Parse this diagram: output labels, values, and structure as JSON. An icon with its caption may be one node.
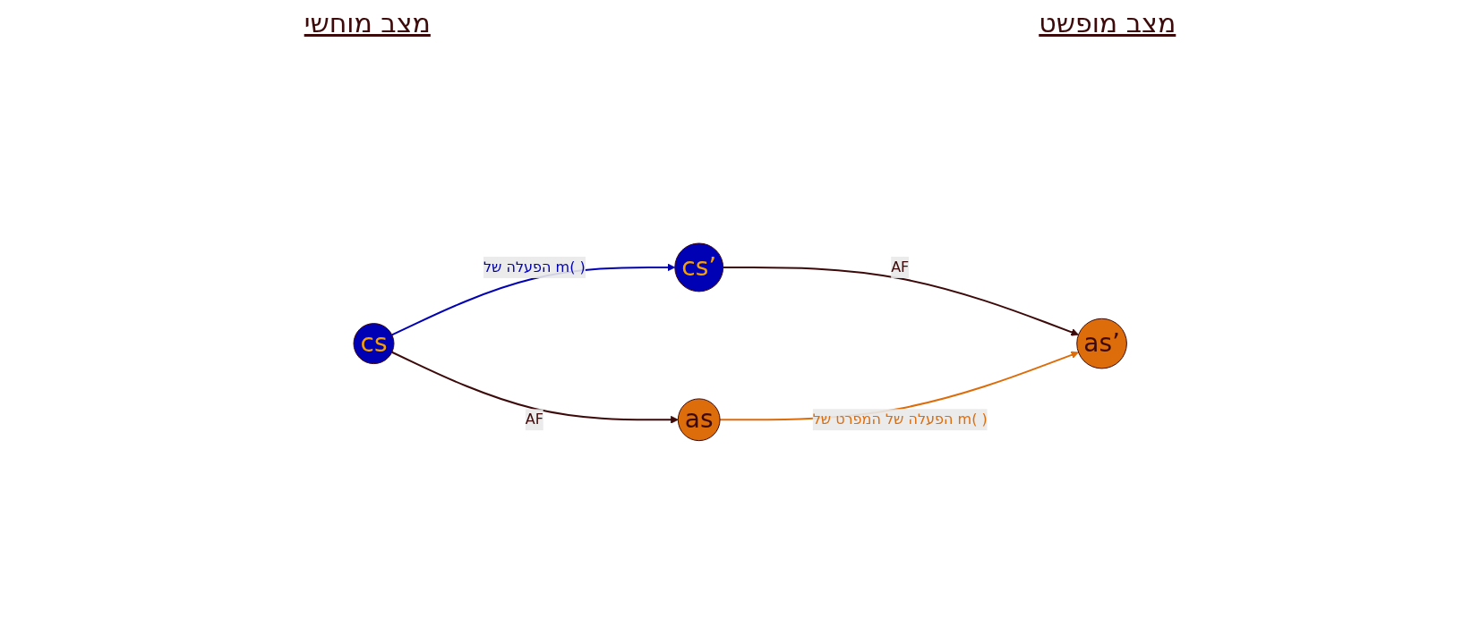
{
  "diagram": {
    "nodes": [
      {
        "text": [
          "cs’"
        ]
      },
      {
        "text": [
          "as’"
        ]
      },
      {
        "text": [
          "cs"
        ]
      },
      {
        "text": [
          "as"
        ]
      }
    ],
    "edges": [
      {
        "from": 0,
        "to": 1,
        "arrow": "to",
        "label": "AF",
        "color": "#3c0a0a"
      },
      {
        "from": 2,
        "to": 0,
        "arrow": "to",
        "label": "הפעלה של m( )",
        "color": "#0000b4"
      },
      {
        "from": 3,
        "to": 1,
        "arrow": "to",
        "label": "הפעלה של המפרט של m( )",
        "color": "#dd6c0a"
      },
      {
        "from": 2,
        "to": 3,
        "arrow": "to",
        "label": "AF",
        "color": "#3c0a0a"
      }
    ],
    "labels": [
      "מצב מוחשי",
      "מצב מופשט"
    ]
  }
}
